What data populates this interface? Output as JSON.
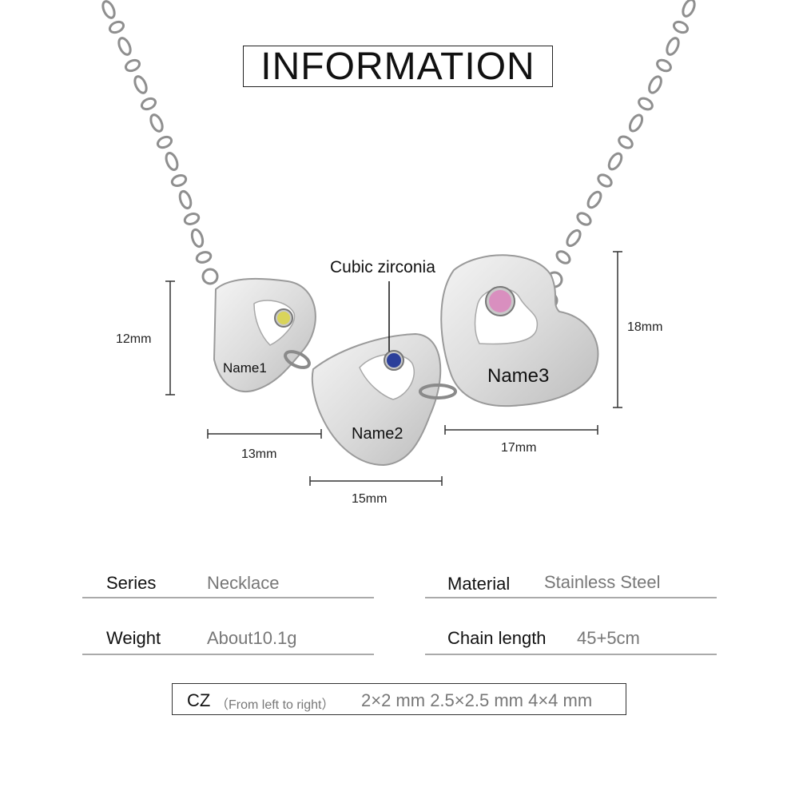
{
  "title": "INFORMATION",
  "callout": "Cubic zirconia",
  "dimensions": {
    "pendant1_height": "12mm",
    "pendant1_width": "13mm",
    "pendant2_width": "15mm",
    "pendant3_width": "17mm",
    "pendant3_height": "18mm"
  },
  "engravings": [
    "Name1",
    "Name2",
    "Name3"
  ],
  "stone_colors": {
    "left": "#d9d45a",
    "middle": "#2b3f9a",
    "right": "#d98fbf"
  },
  "specs": {
    "series_label": "Series",
    "series_value": "Necklace",
    "material_label": "Material",
    "material_value": "Stainless Steel",
    "weight_label": "Weight",
    "weight_value": "About10.1g",
    "chain_label": "Chain length",
    "chain_value": "45+5cm"
  },
  "cz": {
    "label": "CZ",
    "note": "（From left to right）",
    "sizes": "2×2 mm 2.5×2.5 mm 4×4 mm"
  }
}
